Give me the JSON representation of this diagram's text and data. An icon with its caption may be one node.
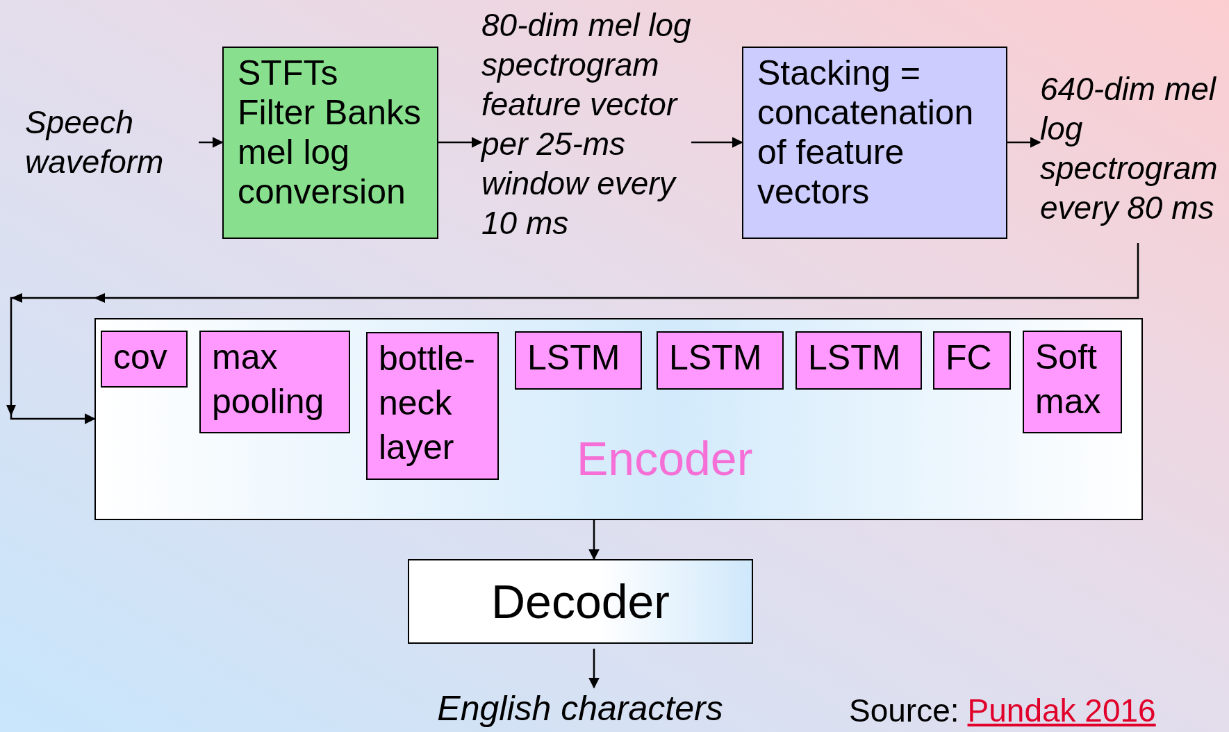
{
  "diagram": {
    "nodes": [
      {
        "text": [
          "Speech waveform"
        ]
      },
      {
        "text": [
          "STFTs Filter Banks mel log conversion"
        ]
      },
      {
        "text": [
          "80-dim mel log spectrogram feature vector per 25-ms window every 10 ms"
        ]
      },
      {
        "text": [
          "Stacking = concatenation of feature vectors"
        ]
      },
      {
        "text": [
          "640-dim mel log spectrogram every 80 ms"
        ]
      },
      {
        "text": [
          "Encoder"
        ]
      },
      {
        "text": [
          "cov"
        ],
        "in": 5
      },
      {
        "text": [
          "max pooling"
        ],
        "in": 5
      },
      {
        "text": [
          "bottle-neck layer"
        ],
        "in": 5
      },
      {
        "text": [
          "LSTM"
        ],
        "in": 5
      },
      {
        "text": [
          "LSTM"
        ],
        "in": 5
      },
      {
        "text": [
          "LSTM"
        ],
        "in": 5
      },
      {
        "text": [
          "FC"
        ],
        "in": 5
      },
      {
        "text": [
          "Soft max"
        ],
        "in": 5
      },
      {
        "text": [
          "Decoder"
        ]
      },
      {
        "text": [
          "English characters"
        ]
      }
    ],
    "edges": [
      {
        "from": 0,
        "to": 1,
        "arrow": "to"
      },
      {
        "from": 1,
        "to": 2,
        "arrow": "to"
      },
      {
        "from": 2,
        "to": 3,
        "arrow": "to"
      },
      {
        "from": 3,
        "to": 4,
        "arrow": "to"
      },
      {
        "from": 4,
        "to": 5,
        "arrow": "to"
      },
      {
        "from": 5,
        "to": 14,
        "arrow": "to"
      },
      {
        "from": 14,
        "to": 15,
        "arrow": "to"
      }
    ],
    "labels": [
      "Source:",
      "Pundak 2016"
    ]
  }
}
